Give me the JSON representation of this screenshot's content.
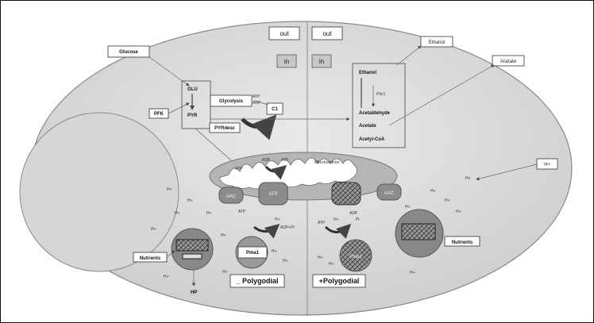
{
  "compartments": {
    "out_left": "out",
    "out_right": "out",
    "in_left": "in",
    "in_right": "in"
  },
  "labels": {
    "glucose": "Glucose",
    "glu": "GLU",
    "pyr": "PYR",
    "pfk": "PFK",
    "glycolysis": "Glycolysis",
    "c1": "C1",
    "pyrdesc": "PYRdesc",
    "ethanol_box": "Ethanol",
    "acetate_box": "Acetate",
    "h_plus_box": "H+",
    "nutrients_left": "Nutrients",
    "nutrients_right": "Nutrients",
    "pma1_left": "Pma1",
    "pma1_right": "Pma1",
    "aac_left": "AAC",
    "aac_right": "AAC",
    "atp_synthase": "ATP",
    "mitochondrion": "Mitochondrion"
  },
  "pathway": {
    "ethanol": "Ethanol",
    "pdc": "Pdc1",
    "acetaldehyde": "Acetaldehyde",
    "acetate": "Acetate",
    "acetyl_coa": "Acetyl-CoA"
  },
  "conditions": {
    "minus": "_ Polygodial",
    "plus": "+Polygodial"
  },
  "small_labels": {
    "h": "H+",
    "atp": "ATP",
    "adp": "ADP",
    "adp_pi": "ADP+Pi",
    "pi": "Pi",
    "hp": "HP"
  },
  "colors": {
    "cell_fill": "#dcdcdc",
    "cell_stroke": "#8a8a8a",
    "protein_fill": "#8c8c8c",
    "mito_fill": "#b5b5b5"
  }
}
